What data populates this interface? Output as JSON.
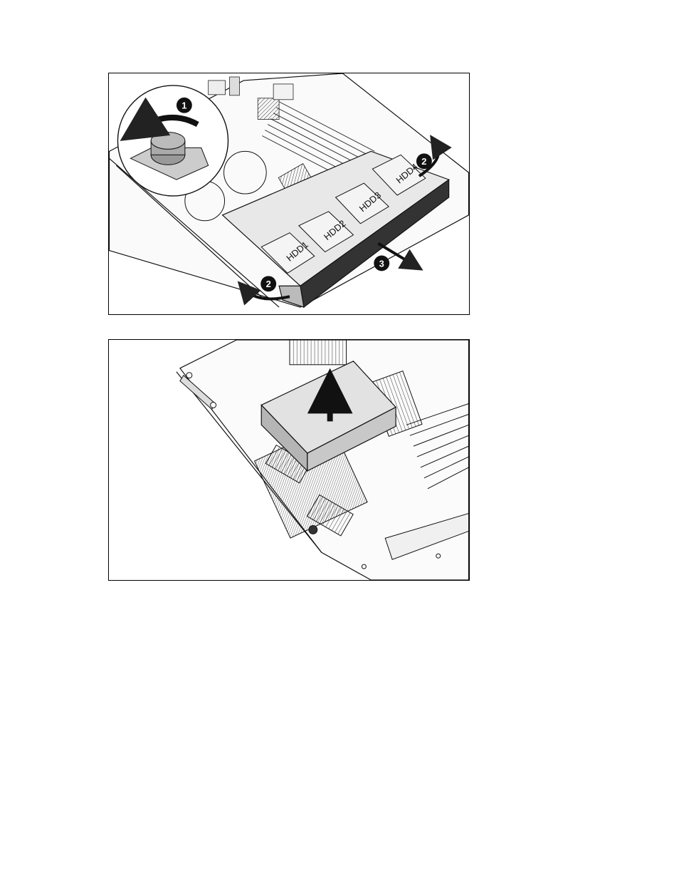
{
  "figure1": {
    "callouts": [
      "1",
      "2",
      "2",
      "3"
    ],
    "drive_labels": [
      "HDD1",
      "HDD2",
      "HDD3",
      "HDD4"
    ]
  },
  "figure2": {}
}
